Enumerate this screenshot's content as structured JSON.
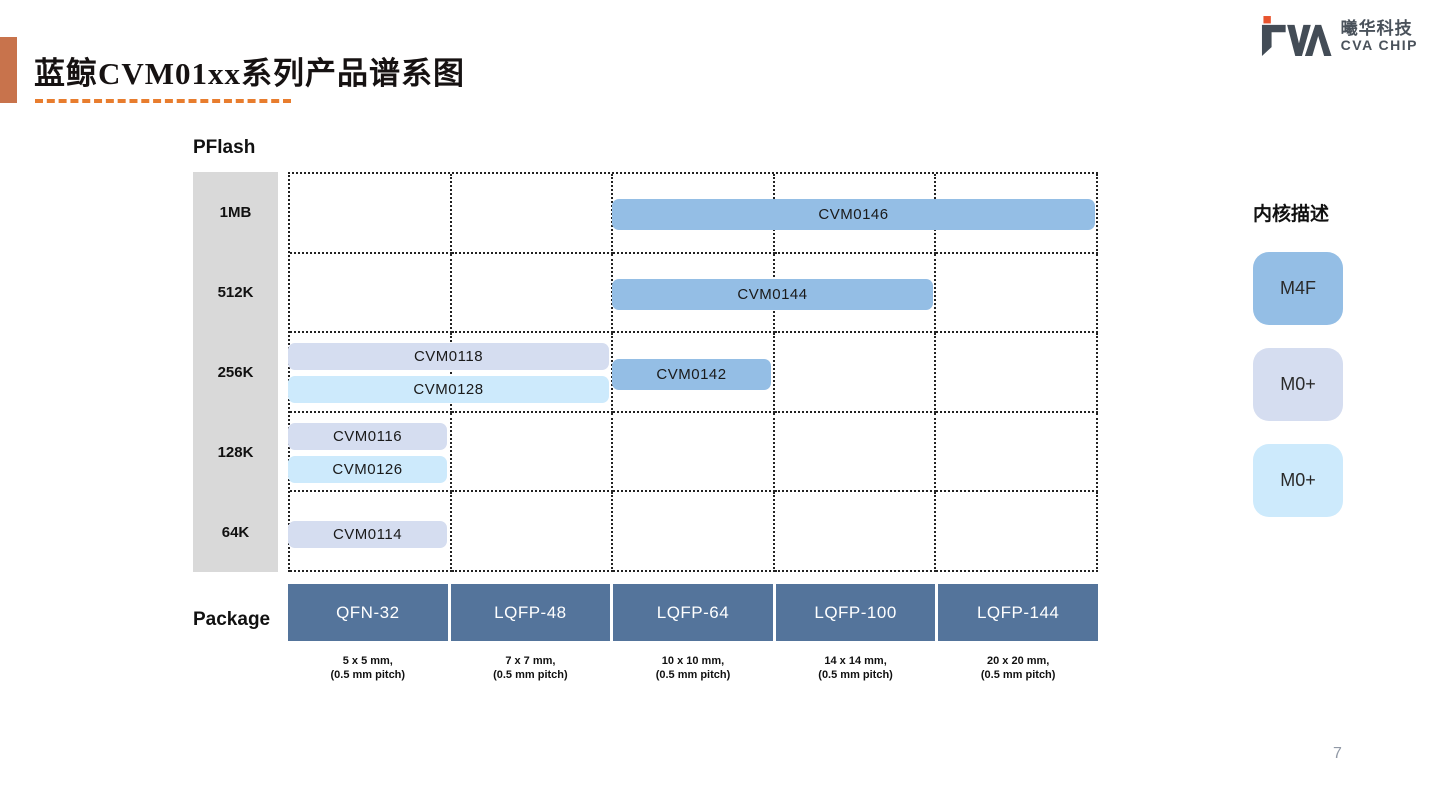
{
  "header": {
    "title": "蓝鲸CVM01xx系列产品谱系图",
    "logo": {
      "company_cn": "曦华科技",
      "company_en": "CVA CHIP"
    }
  },
  "page": {
    "number": "7"
  },
  "chart_data": {
    "type": "bar",
    "title": "蓝鲸CVM01xx系列产品谱系图",
    "y_axis": {
      "label": "PFlash",
      "categories": [
        "1MB",
        "512K",
        "256K",
        "128K",
        "64K"
      ]
    },
    "x_axis": {
      "label": "Package",
      "categories": [
        "QFN-32",
        "LQFP-48",
        "LQFP-64",
        "LQFP-100",
        "LQFP-144"
      ],
      "sub_labels": [
        [
          "5 x 5 mm,",
          "(0.5 mm pitch)"
        ],
        [
          "7 x 7 mm,",
          "(0.5 mm pitch)"
        ],
        [
          "10 x 10 mm,",
          "(0.5 mm pitch)"
        ],
        [
          "14 x 14 mm,",
          "(0.5 mm pitch)"
        ],
        [
          "20 x 20 mm,",
          "(0.5 mm pitch)"
        ]
      ]
    },
    "products": [
      {
        "name": "CVM0146",
        "flash": "1MB",
        "core": "M4F",
        "variant": "m4f",
        "packages": [
          "LQFP-64",
          "LQFP-100",
          "LQFP-144"
        ],
        "slot": "center"
      },
      {
        "name": "CVM0144",
        "flash": "512K",
        "core": "M4F",
        "variant": "m4f",
        "packages": [
          "LQFP-64",
          "LQFP-100"
        ],
        "slot": "center"
      },
      {
        "name": "CVM0118",
        "flash": "256K",
        "core": "M0+",
        "variant": "m0p_light",
        "packages": [
          "QFN-32",
          "LQFP-48"
        ],
        "slot": "top"
      },
      {
        "name": "CVM0128",
        "flash": "256K",
        "core": "M0+",
        "variant": "m0p_cyan",
        "packages": [
          "QFN-32",
          "LQFP-48"
        ],
        "slot": "bottom"
      },
      {
        "name": "CVM0142",
        "flash": "256K",
        "core": "M4F",
        "variant": "m4f",
        "packages": [
          "LQFP-64"
        ],
        "slot": "center"
      },
      {
        "name": "CVM0116",
        "flash": "128K",
        "core": "M0+",
        "variant": "m0p_light",
        "packages": [
          "QFN-32"
        ],
        "slot": "top"
      },
      {
        "name": "CVM0126",
        "flash": "128K",
        "core": "M0+",
        "variant": "m0p_cyan",
        "packages": [
          "QFN-32"
        ],
        "slot": "bottom"
      },
      {
        "name": "CVM0114",
        "flash": "64K",
        "core": "M0+",
        "variant": "m0p_light",
        "packages": [
          "QFN-32"
        ],
        "slot": "center"
      }
    ],
    "legend": {
      "title": "内核描述",
      "entries": [
        {
          "label": "M4F",
          "variant": "m4f"
        },
        {
          "label": "M0+",
          "variant": "m0p_light"
        },
        {
          "label": "M0+",
          "variant": "m0p_cyan"
        }
      ]
    },
    "colors": {
      "m4f": "#94BEE5",
      "m0p_light": "#D5DDF0",
      "m0p_cyan": "#CDEAFC",
      "package_cell": "#54749B",
      "axis_column": "#D9D9D9",
      "accent_orange": "#C8734C",
      "dash_orange": "#E87D2E",
      "logo_dark": "#434C56",
      "logo_orange": "#E8542E"
    },
    "layout_hints": {
      "grid": "5x5 dotted",
      "legend_position": "right"
    }
  }
}
